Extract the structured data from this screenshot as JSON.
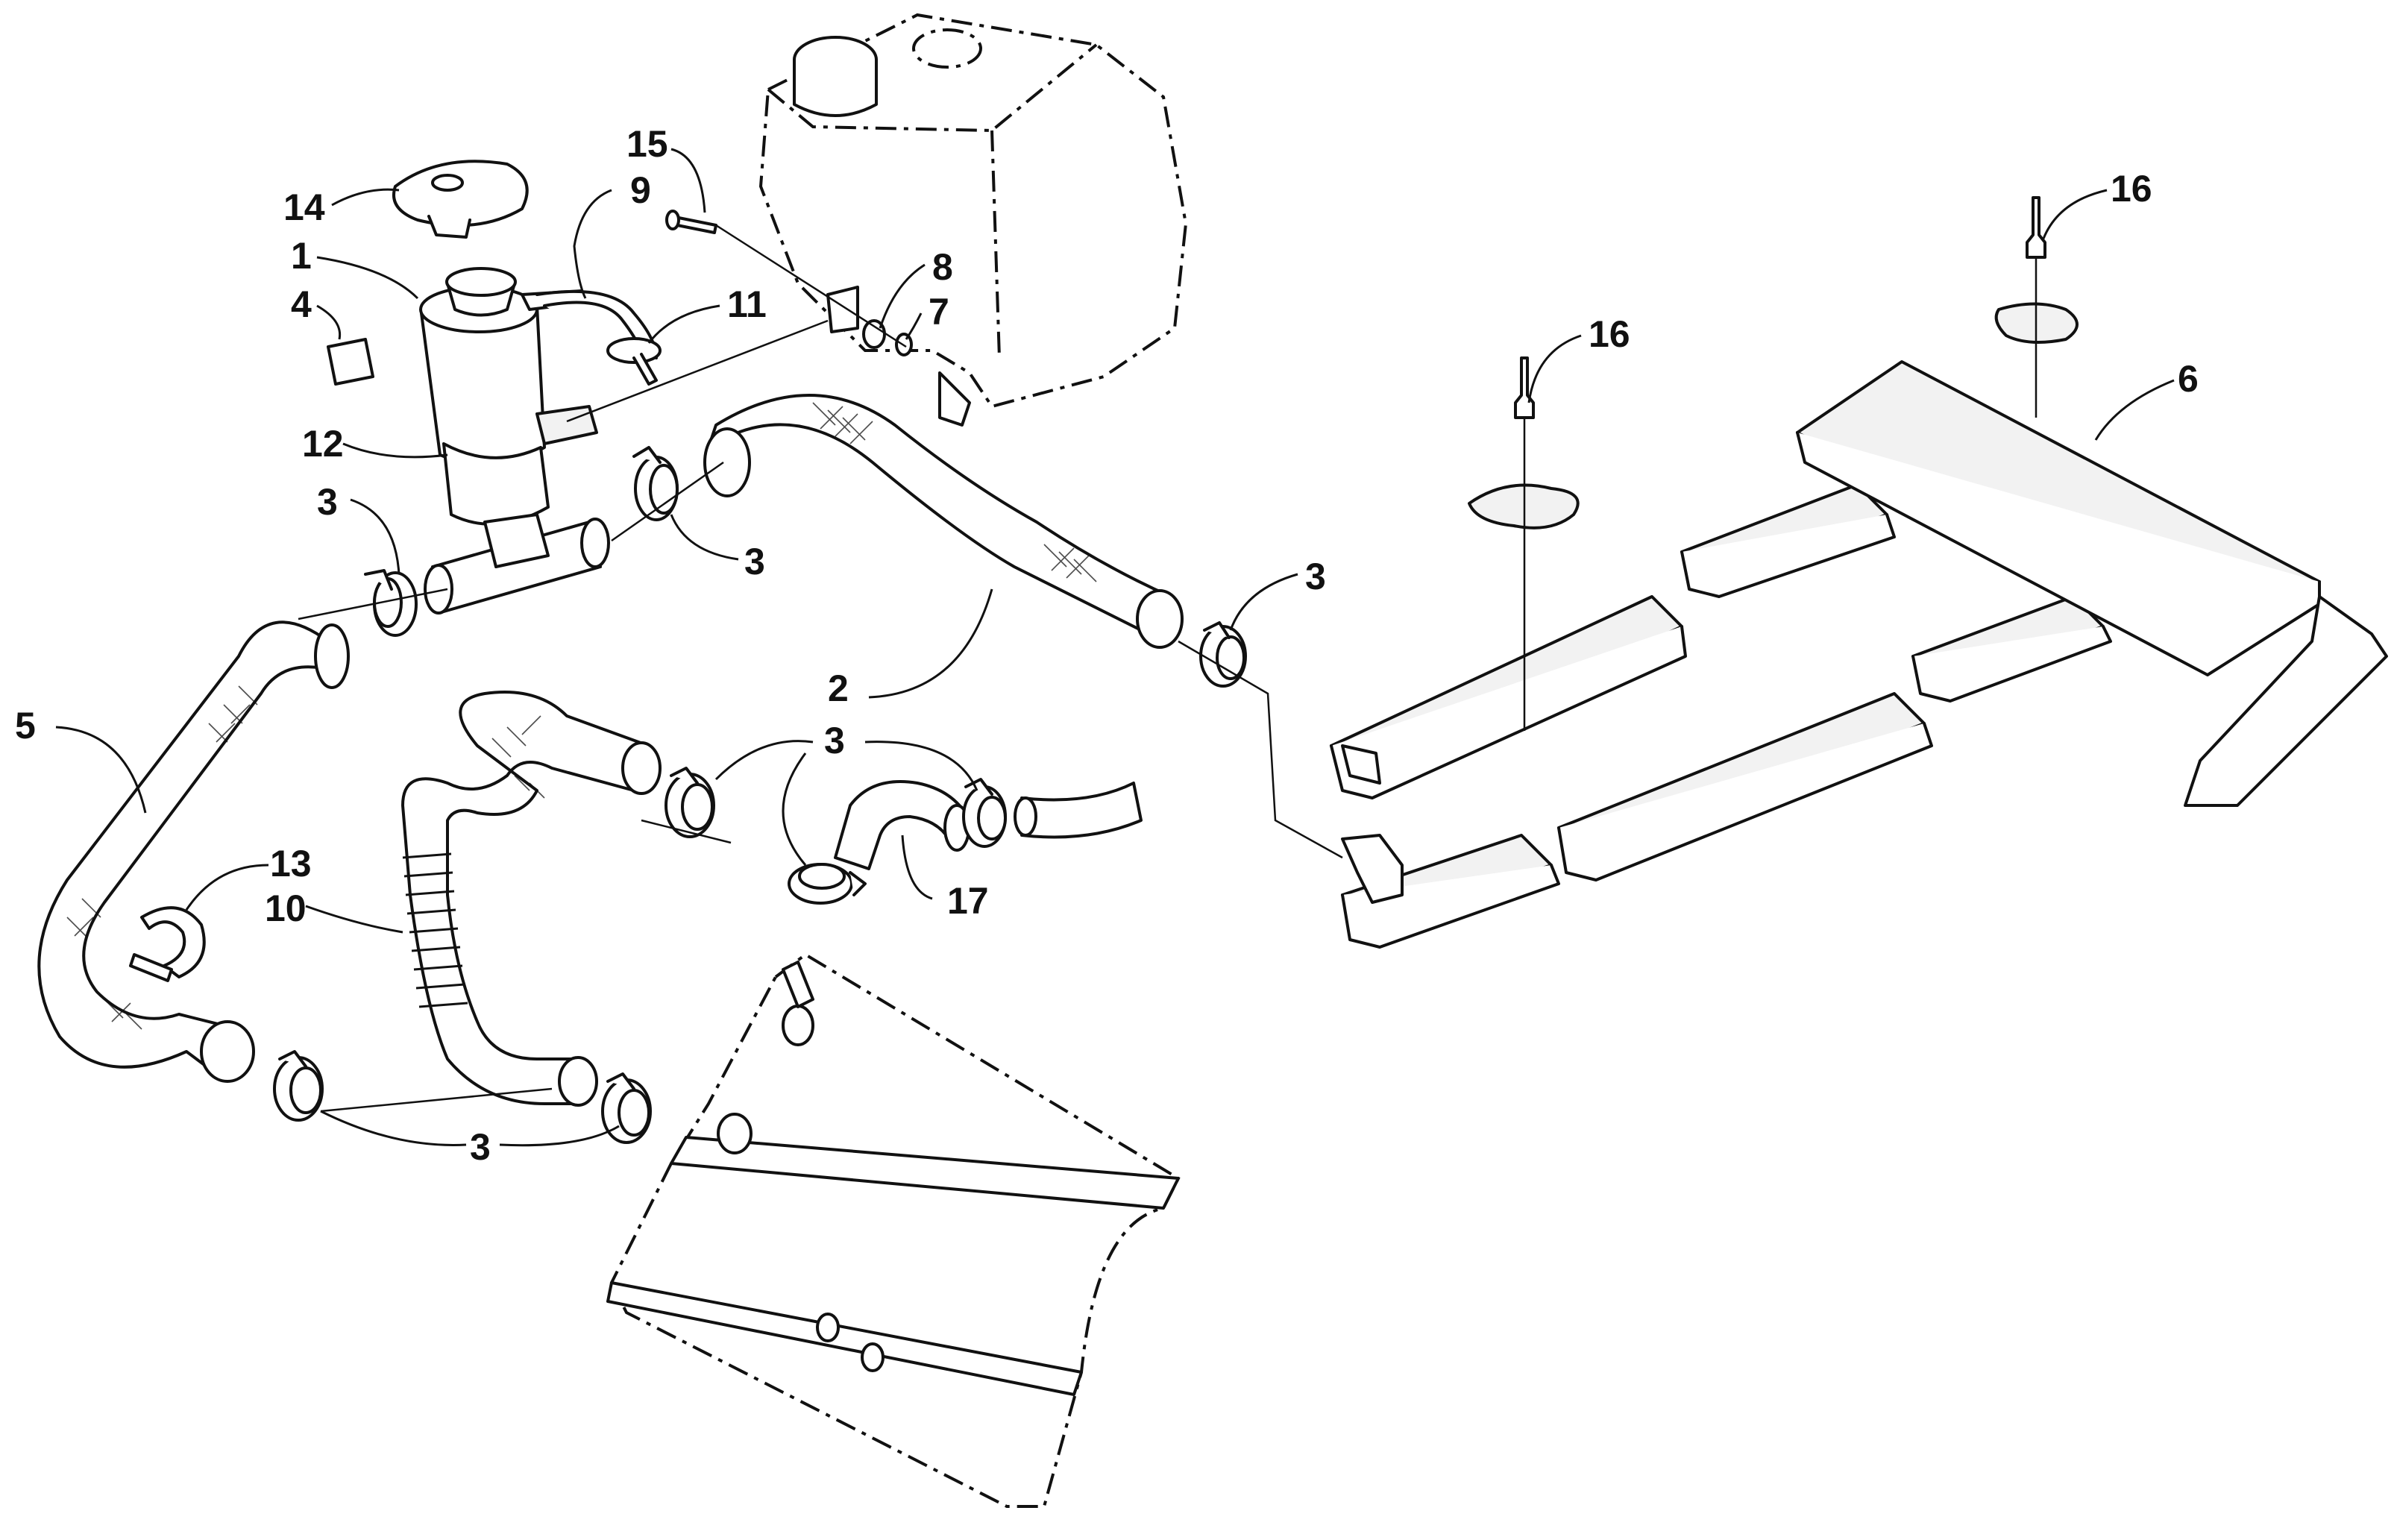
{
  "callouts": {
    "c1": "1",
    "c2": "2",
    "c3a": "3",
    "c3b": "3",
    "c3c": "3",
    "c3d": "3",
    "c3e": "3",
    "c4": "4",
    "c5": "5",
    "c6": "6",
    "c7": "7",
    "c8": "8",
    "c9": "9",
    "c10": "10",
    "c11": "11",
    "c12": "12",
    "c13": "13",
    "c14": "14",
    "c15": "15",
    "c16a": "16",
    "c16b": "16",
    "c17": "17"
  }
}
